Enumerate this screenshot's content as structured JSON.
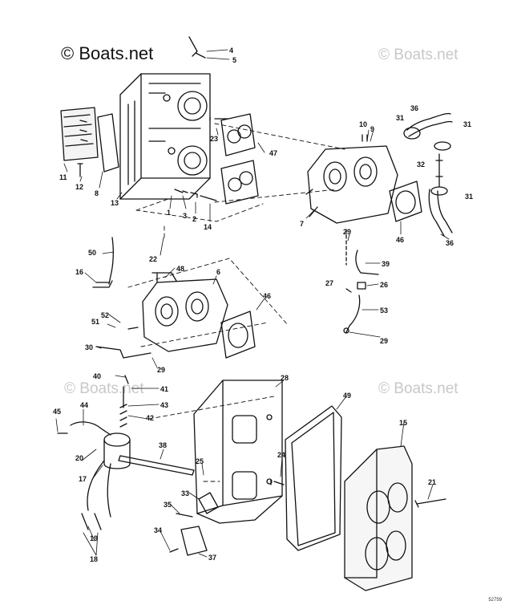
{
  "watermark": {
    "main": "© Boats.net",
    "faint_top_right": "© Boats.net",
    "faint_mid_left": "© Boats.net",
    "faint_mid_right": "© Boats.net"
  },
  "drawing_code": "52759",
  "callouts": [
    "4",
    "5",
    "23",
    "47",
    "9",
    "10",
    "36",
    "31",
    "31",
    "32",
    "31",
    "11",
    "12",
    "8",
    "13",
    "1",
    "3",
    "2",
    "14",
    "22",
    "7",
    "46",
    "36",
    "29",
    "39",
    "26",
    "27",
    "53",
    "29",
    "50",
    "48",
    "6",
    "16",
    "46",
    "52",
    "51",
    "30",
    "29",
    "40",
    "41",
    "43",
    "42",
    "45",
    "44",
    "20",
    "17",
    "38",
    "25",
    "28",
    "49",
    "15",
    "24",
    "21",
    "33",
    "35",
    "34",
    "37",
    "19",
    "18"
  ]
}
